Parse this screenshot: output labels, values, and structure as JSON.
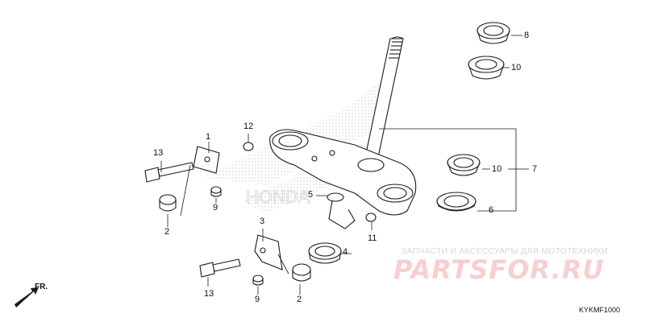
{
  "callouts": {
    "c1": "1",
    "c2a": "2",
    "c2b": "2",
    "c3": "3",
    "c4": "4",
    "c5": "5",
    "c6": "6",
    "c7": "7",
    "c8": "8",
    "c9a": "9",
    "c9b": "9",
    "c10a": "10",
    "c10b": "10",
    "c11": "11",
    "c12": "12",
    "c13a": "13",
    "c13b": "13"
  },
  "watermark": {
    "tagline": "ЗАПЧАСТИ И АКСЕССУАРЫ ДЛЯ МОТОТЕХНИКИ",
    "logo": "PARTSFOR.RU"
  },
  "direction_label": "FR.",
  "diagram_code": "KYKMF1000",
  "colors": {
    "line": "#1a1a1a",
    "watermark": "#f7cfd0"
  }
}
